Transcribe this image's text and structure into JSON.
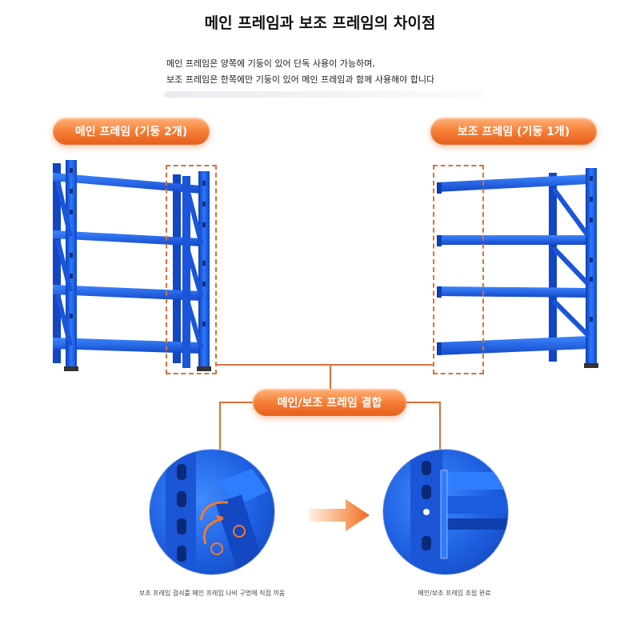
{
  "page": {
    "title": "메인 프레임과 보조 프레임의 차이점",
    "description": [
      "메인 프레임은 양쪽에 기둥이 있어 단독 사용이 가능하며,",
      "보조 프레임은 한쪽에만 기둥이 있어 메인 프레임과 함께 사용해야 합니다"
    ]
  },
  "labels": {
    "main_frame": "메인 프레임 (기둥 2개)",
    "aux_frame": "보조 프레임 (기둥 1개)",
    "combination": "메인/보조 프레임 결합"
  },
  "captions": {
    "left": "보조 프레임 걸쇠를 메인 프레임 나비 구멍에 직접 끼움",
    "right": "메인/보조 프레임 조립 완료"
  },
  "colors": {
    "accent_orange": "#f57a32",
    "dashed_orange": "#d9703a",
    "shelf_blue": "#1e63e6",
    "shelf_dark": "#0e3fae"
  },
  "icons": {
    "main_rack": "blue-steel-rack-icon",
    "aux_rack": "blue-steel-rack-icon",
    "arrow": "right-arrow-icon"
  }
}
